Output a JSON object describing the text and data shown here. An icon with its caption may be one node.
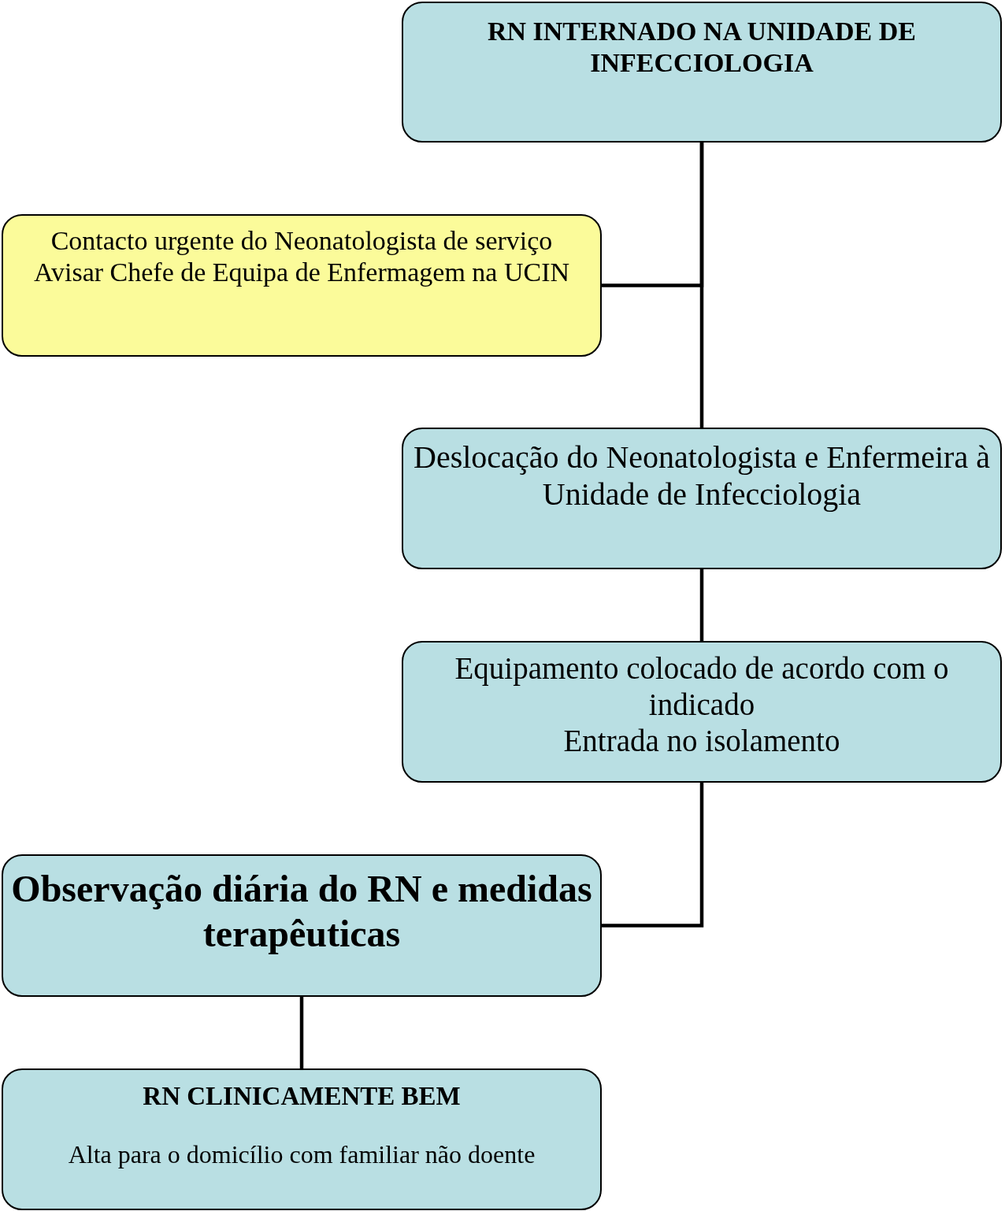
{
  "diagram": {
    "nodes": [
      {
        "text": [
          "RN INTERNADO NA UNIDADE DE INFECCIOLOGIA"
        ]
      },
      {
        "text": [
          "Contacto urgente do Neonatologista de serviço",
          "Avisar Chefe de Equipa de Enfermagem na UCIN"
        ]
      },
      {
        "text": [
          "Deslocação do Neonatologista e Enfermeira à Unidade de Infecciologia"
        ]
      },
      {
        "text": [
          "Equipamento colocado de acordo com o indicado",
          "Entrada no isolamento"
        ]
      },
      {
        "text": [
          "Observação diária do RN e medidas terapêuticas"
        ]
      },
      {
        "text": [
          "RN CLINICAMENTE BEM",
          "Alta para o domicílio com familiar não doente"
        ]
      }
    ],
    "edges": [
      {
        "from": 0,
        "to": 1,
        "arrow": "none"
      },
      {
        "from": 0,
        "to": 2,
        "arrow": "none"
      },
      {
        "from": 2,
        "to": 3,
        "arrow": "none"
      },
      {
        "from": 3,
        "to": 4,
        "arrow": "none"
      },
      {
        "from": 4,
        "to": 5,
        "arrow": "none"
      }
    ]
  }
}
